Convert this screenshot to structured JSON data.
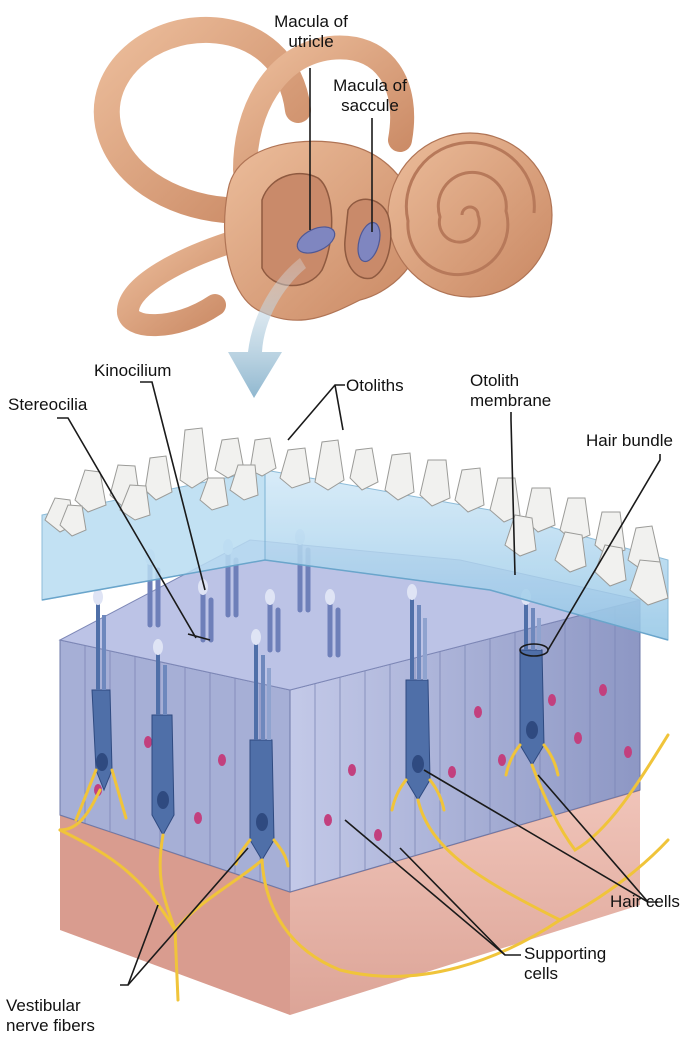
{
  "labels": {
    "macula_utricle": "Macula of\nutricle",
    "macula_saccule": "Macula of\nsaccule",
    "kinocilium": "Kinocilium",
    "stereocilia": "Stereocilia",
    "otoliths": "Otoliths",
    "otolith_membrane": "Otolith\nmembrane",
    "hair_bundle": "Hair bundle",
    "hair_cells": "Hair cells",
    "supporting_cells": "Supporting\ncells",
    "vestibular_nerve_fibers": "Vestibular\nnerve fibers"
  },
  "colors": {
    "bony_labyrinth": "#d9a07e",
    "bony_shadow": "#b7795a",
    "otolith_membrane": "#a9d3ee",
    "otoliths": "#f1f1ef",
    "epithelium": "#aab3d8",
    "hair_cell": "#4f6fa8",
    "nucleus": "#c2407e",
    "nerve": "#f0c43a",
    "connective_tissue": "#e9b5a9",
    "arrow": "#9cc3da"
  }
}
